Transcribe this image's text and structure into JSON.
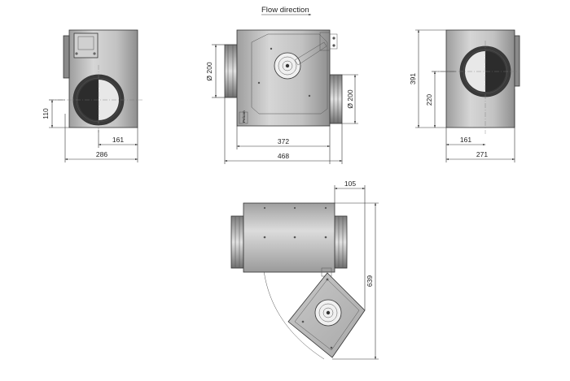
{
  "flow_label": "Flow direction",
  "brand_label": "Pelcon",
  "dimensions": {
    "side_left_height": "110",
    "side_left_width_inner": "161",
    "side_left_width_total": "286",
    "front_inlet_diameter": "Ø 200",
    "front_outlet_diameter": "Ø 200",
    "front_body_width": "372",
    "front_total_width": "468",
    "side_right_total_height": "391",
    "side_right_center_height": "220",
    "side_right_width_inner": "161",
    "side_right_width_total": "271",
    "top_offset": "105",
    "top_total_length": "639"
  },
  "colors": {
    "metal_light": "#d8d8d8",
    "metal_mid": "#b4b4b4",
    "metal_dark": "#7a7a7a",
    "line": "#333333"
  }
}
